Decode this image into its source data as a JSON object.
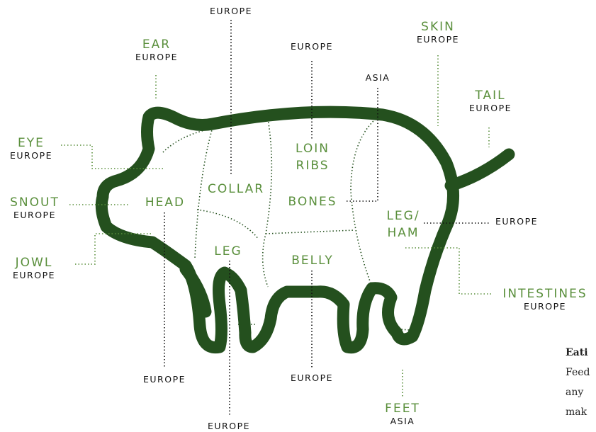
{
  "colors": {
    "outline": "#24501e",
    "accent": "#5a8f3c",
    "text": "#111111"
  },
  "callouts": {
    "ear": {
      "part": "EAR",
      "origin": "EUROPE"
    },
    "eye": {
      "part": "EYE",
      "origin": "EUROPE"
    },
    "snout": {
      "part": "SNOUT",
      "origin": "EUROPE"
    },
    "jowl": {
      "part": "JOWL",
      "origin": "EUROPE"
    },
    "skin": {
      "part": "SKIN",
      "origin": "EUROPE"
    },
    "tail": {
      "part": "TAIL",
      "origin": "EUROPE"
    },
    "intestines": {
      "part": "INTESTINES",
      "origin": "EUROPE"
    },
    "feet": {
      "part": "FEET",
      "origin": "ASIA"
    }
  },
  "region_labels": {
    "head": "HEAD",
    "collar": "COLLAR",
    "loin": "LOIN",
    "ribs": "RIBS",
    "bones": "BONES",
    "leg_front": "LEG",
    "belly": "BELLY",
    "leg_ham_1": "LEG/",
    "leg_ham_2": "HAM"
  },
  "origins": {
    "collar": "EUROPE",
    "loin": "EUROPE",
    "bones": "ASIA",
    "leg_ham": "EUROPE",
    "head": "EUROPE",
    "leg": "EUROPE",
    "belly": "EUROPE"
  },
  "note": {
    "title": "Eati",
    "lines": [
      "Feed",
      "any",
      "mak"
    ]
  }
}
